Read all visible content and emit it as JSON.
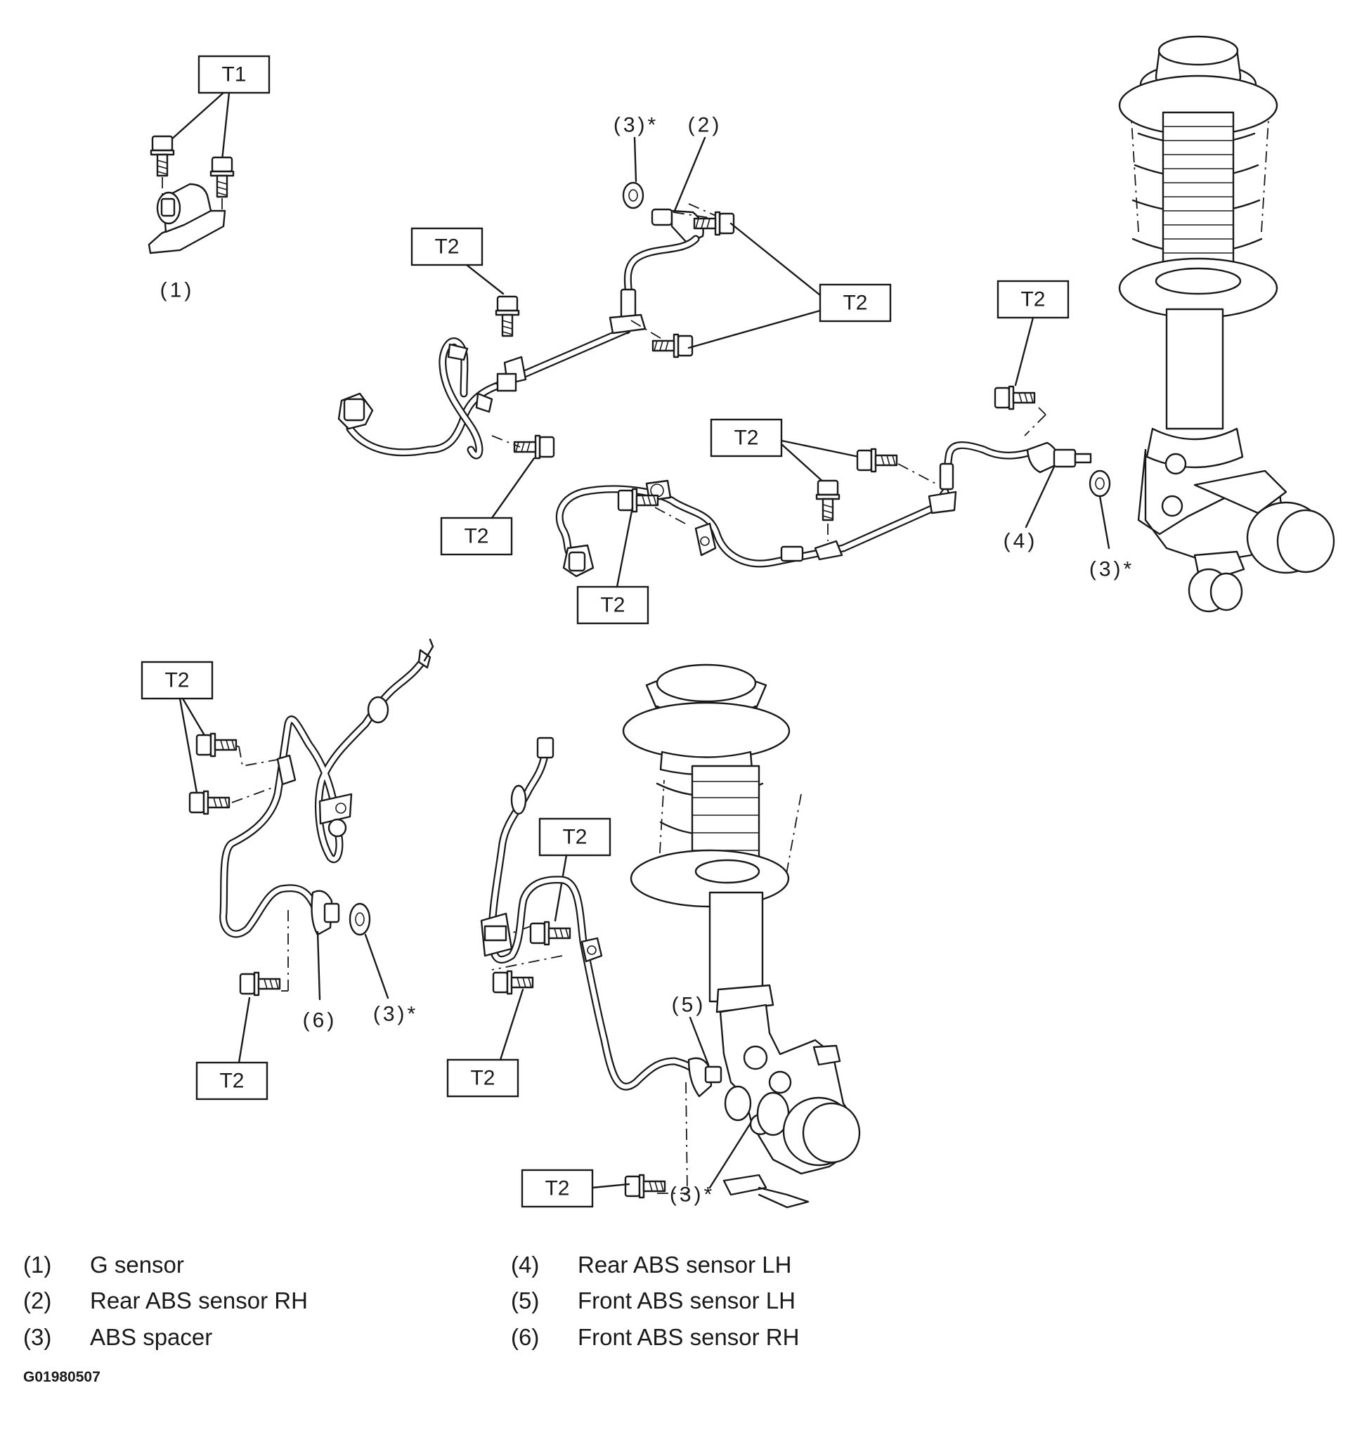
{
  "diagram": {
    "torque_labels": {
      "t1": "T1",
      "t2": "T2"
    },
    "callouts": {
      "g_sensor": "(1)",
      "rear_rh": "(2)",
      "spacer_star": "(3)*",
      "rear_lh": "(4)",
      "front_lh": "(5)",
      "front_rh": "(6)"
    }
  },
  "legend": {
    "items": [
      {
        "num": "(1)",
        "label": "G sensor"
      },
      {
        "num": "(2)",
        "label": "Rear ABS sensor RH"
      },
      {
        "num": "(3)",
        "label": "ABS spacer"
      },
      {
        "num": "(4)",
        "label": "Rear ABS sensor LH"
      },
      {
        "num": "(5)",
        "label": "Front ABS sensor LH"
      },
      {
        "num": "(6)",
        "label": "Front ABS sensor RH"
      }
    ]
  },
  "figure_code": "G01980507"
}
